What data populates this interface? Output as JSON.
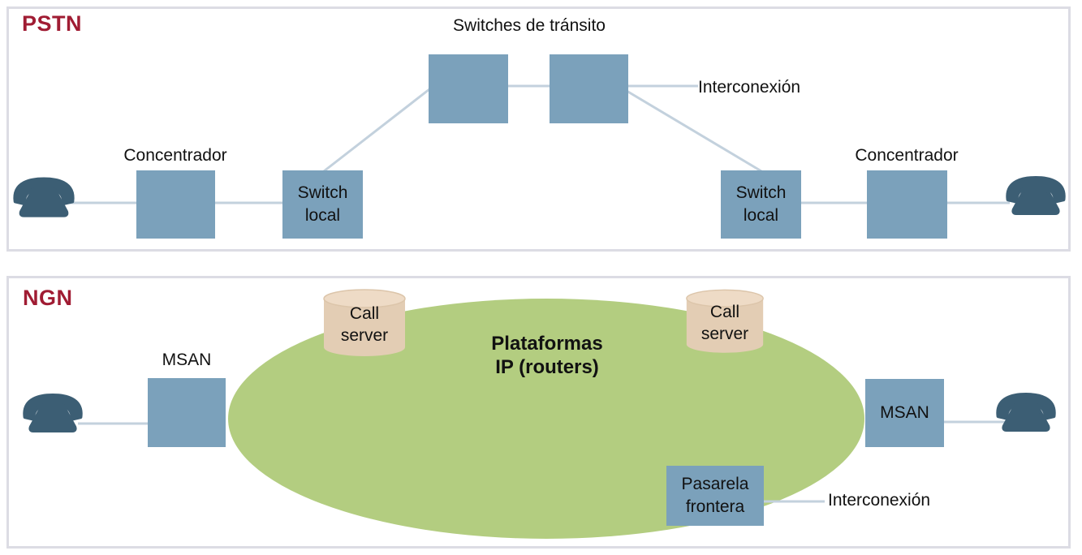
{
  "pstn": {
    "title": "PSTN",
    "transit_switches_label": "Switches de tránsito",
    "interconnection_label": "Interconexión",
    "concentrator_left_label": "Concentrador",
    "concentrator_right_label": "Concentrador",
    "switch_local_left": {
      "line1": "Switch",
      "line2": "local"
    },
    "switch_local_right": {
      "line1": "Switch",
      "line2": "local"
    }
  },
  "ngn": {
    "title": "NGN",
    "platform_label": {
      "line1": "Plataformas",
      "line2": "IP (routers)"
    },
    "msan_left_label": "MSAN",
    "msan_right_label": "MSAN",
    "call_server_left": {
      "line1": "Call",
      "line2": "server"
    },
    "call_server_right": {
      "line1": "Call",
      "line2": "server"
    },
    "border_gateway": {
      "line1": "Pasarela",
      "line2": "frontera"
    },
    "interconnection_label": "Interconexión"
  },
  "colors": {
    "title_red": "#a01c33",
    "box_blue": "#7ba1bb",
    "connector_line": "#c3d1dd",
    "platform_green": "#b3cd80",
    "cylinder_body": "#e3cdb4",
    "cylinder_top": "#eedbc6",
    "phone_dark": "#3c5e74",
    "panel_border": "#dcdce4"
  },
  "icons": {
    "phone": "telephone-icon",
    "call_server": "database-cylinder-icon"
  }
}
